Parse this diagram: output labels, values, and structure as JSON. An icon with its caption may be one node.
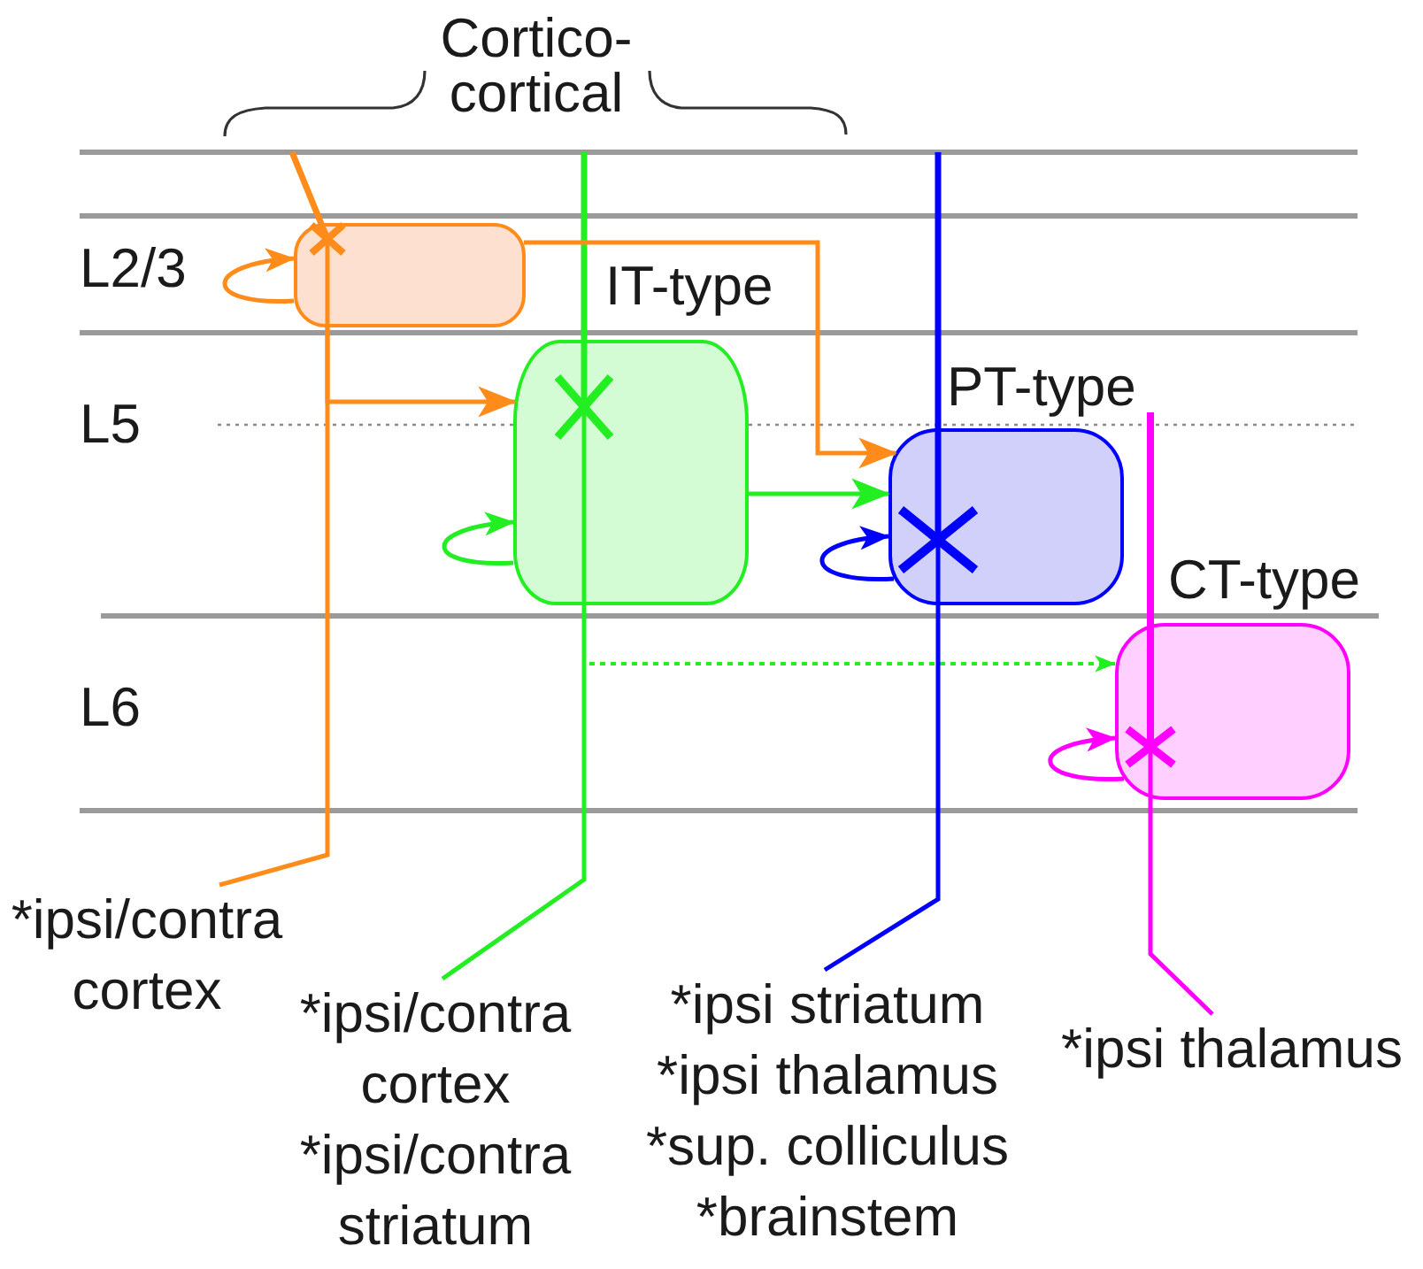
{
  "diagram": {
    "nodes": [
      {
        "text": [],
        "shape": "box"
      },
      {
        "text": [
          "IT-type"
        ]
      },
      {
        "text": [
          "PT-type"
        ]
      },
      {
        "text": [
          "CT-type"
        ]
      },
      {
        "text": [
          "*ipsi/contra cortex"
        ]
      },
      {
        "text": [
          "*ipsi/contra cortex",
          "*ipsi/contra striatum"
        ]
      },
      {
        "text": [
          "*ipsi striatum",
          "*ipsi thalamus",
          "*sup. colliculus",
          "*brainstem"
        ]
      },
      {
        "text": [
          "*ipsi thalamus"
        ]
      }
    ],
    "edges": [
      {
        "from": 0,
        "to": 0,
        "arrow": "to",
        "color": "#ff8c1a"
      },
      {
        "from": 0,
        "to": 1,
        "arrow": "to",
        "color": "#ff8c1a"
      },
      {
        "from": 0,
        "to": 2,
        "arrow": "to",
        "color": "#ff8c1a"
      },
      {
        "from": 0,
        "to": 4,
        "arrow": "none",
        "color": "#ff8c1a"
      },
      {
        "from": 1,
        "to": 1,
        "arrow": "to",
        "color": "#22ee22"
      },
      {
        "from": 1,
        "to": 2,
        "arrow": "to",
        "color": "#22ee22"
      },
      {
        "from": 1,
        "to": 3,
        "arrow": "to",
        "style": "dashed",
        "color": "#22ee22"
      },
      {
        "from": 1,
        "to": 5,
        "arrow": "none",
        "color": "#22ee22"
      },
      {
        "from": 2,
        "to": 2,
        "arrow": "to",
        "color": "#0000ff"
      },
      {
        "from": 2,
        "to": 6,
        "arrow": "none",
        "color": "#0000ff"
      },
      {
        "from": 3,
        "to": 3,
        "arrow": "to",
        "color": "#ff00ff"
      },
      {
        "from": 3,
        "to": 7,
        "arrow": "none",
        "color": "#ff00ff"
      }
    ],
    "labels": [
      "Cortico- cortical",
      "L2/3",
      "L5",
      "L6"
    ]
  }
}
